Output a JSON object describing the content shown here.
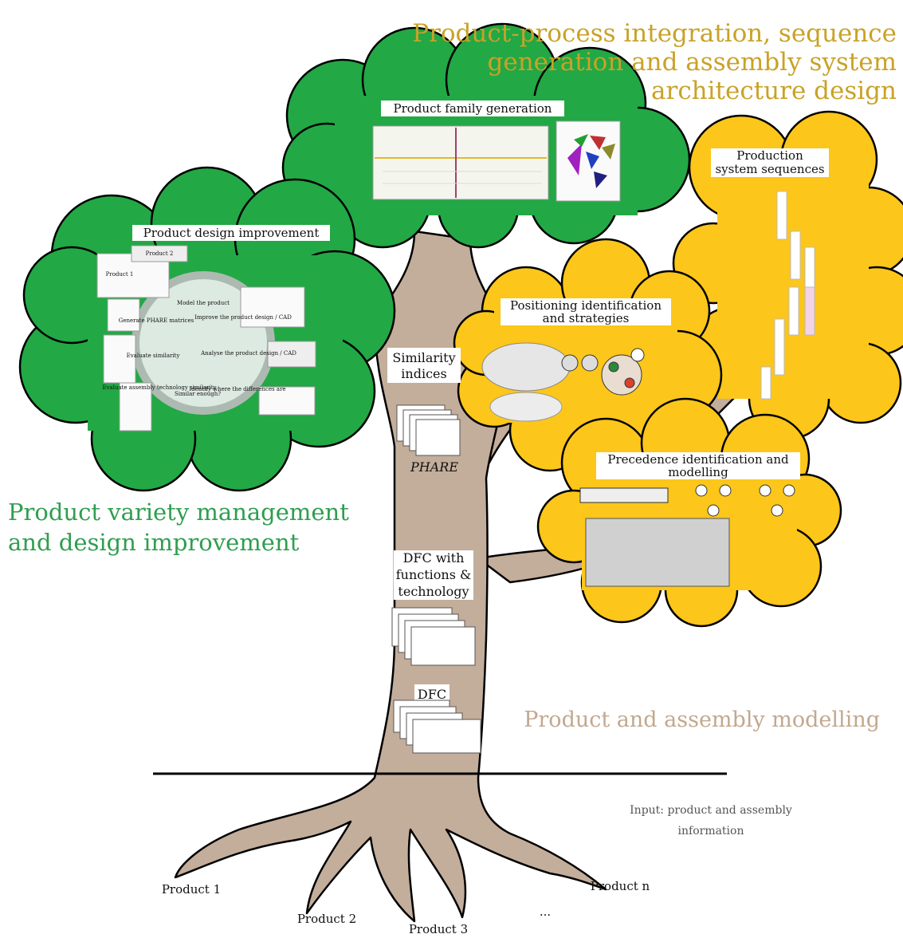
{
  "headings": {
    "integration_line1": "Product-process integration, sequence",
    "integration_line2": "generation  and assembly system",
    "integration_line3": "architecture design",
    "variety_line1": "Product variety management",
    "variety_line2": "and design improvement",
    "modelling": "Product and assembly modelling"
  },
  "clouds": {
    "family": "Product family generation",
    "design": "Product design improvement",
    "sequences_line1": "Production",
    "sequences_line2": "system sequences",
    "positioning_line1": "Positioning identification",
    "positioning_line2": "and strategies",
    "precedence_line1": "Precedence  identification and",
    "precedence_line2": "modelling"
  },
  "design_cycle": {
    "product1": "Product 1",
    "product2": "Product 2",
    "model": "Model the product",
    "improve": "Improve the product design / CAD",
    "analyse": "Analyse the product design / CAD",
    "identify": "Identify where the differences are",
    "similar": "Similar enough?",
    "evaluate_assembly": "Evaluate assembly technology similarity",
    "evaluate_similarity": "Evaluate similarity",
    "generate": "Generate PHARE matrices"
  },
  "trunk": {
    "similarity_line1": "Similarity",
    "similarity_line2": "indices",
    "phare": "PHARE",
    "dfc_func_line1": "DFC with",
    "dfc_func_line2": "functions &",
    "dfc_func_line3": "technology",
    "dfc": "DFC"
  },
  "input": {
    "line1": "Input: product and assembly",
    "line2": "information"
  },
  "products": {
    "p1": "Product 1",
    "p2": "Product 2",
    "p3": "Product 3",
    "pn": "Product n",
    "ellipsis": "..."
  },
  "colors": {
    "green": "#22a845",
    "gold": "#fcc61a",
    "trunk": "#c3ad9b",
    "title_gold": "#c9a227",
    "title_green": "#2e9e4f",
    "title_tan": "#c2a88e"
  }
}
